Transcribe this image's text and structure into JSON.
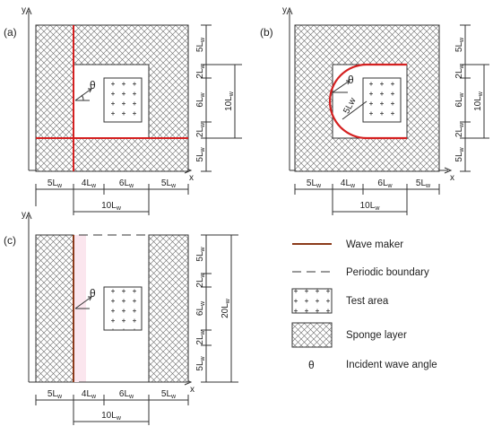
{
  "panels": [
    {
      "label": "(a)"
    },
    {
      "label": "(b)"
    },
    {
      "label": "(c)"
    }
  ],
  "axes": {
    "x": "x",
    "y": "y"
  },
  "angle_symbol": "θ",
  "radius_label": "5Lw",
  "dims": {
    "horizontal": [
      "5Lw",
      "4Lw",
      "6Lw",
      "5Lw"
    ],
    "horizontal_total": "10Lw",
    "vertical_ab": [
      "5Lw",
      "2Lw",
      "6Lw",
      "2Lw",
      "5Lw"
    ],
    "vertical_total_ab": "10Lw",
    "vertical_c": [
      "5Lw",
      "2Lw",
      "6Lw",
      "2Lw",
      "5Lw"
    ],
    "vertical_total_c": "20Lw"
  },
  "legend": [
    {
      "key": "wave-maker",
      "label": "Wave maker"
    },
    {
      "key": "periodic-boundary",
      "label": "Periodic boundary"
    },
    {
      "key": "test-area",
      "label": "Test area"
    },
    {
      "key": "sponge-layer",
      "label": "Sponge layer"
    },
    {
      "key": "incident-angle",
      "symbol": "θ",
      "label": "Incident wave angle"
    }
  ],
  "colors": {
    "wave_maker": "#d42020",
    "wave_maker_c": "#8b3a1a",
    "line": "#333333",
    "hatch": "#666666"
  }
}
